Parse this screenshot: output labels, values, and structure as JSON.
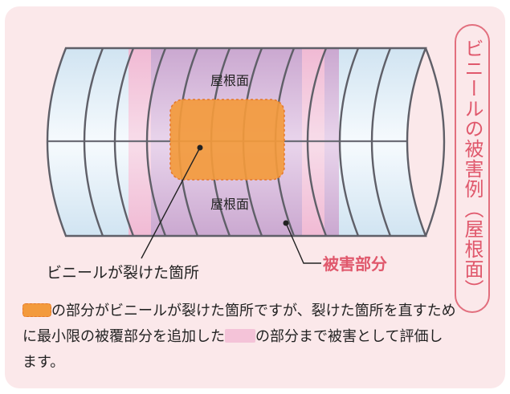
{
  "diagram": {
    "label_roof_top": "屋根面",
    "label_roof_bottom": "屋根面",
    "label_tear": "ビニールが裂けた箇所",
    "label_damage": "被害部分"
  },
  "side_title": "ビニールの被害例（屋根面）",
  "caption": {
    "part1": "の部分がビニールが裂けた箇所ですが、裂けた箇所を直すために最小限の被覆部分を追加した",
    "part2": "の部分まで被害として評価します。"
  },
  "colors": {
    "background": "#fbe8ea",
    "accent_red": "#e0586c",
    "tear_orange": "#f39a3c",
    "covered_pink": "#f4c3d8",
    "damaged_purple": "#c8a2cb",
    "intact_blue": "#dcebf5"
  }
}
